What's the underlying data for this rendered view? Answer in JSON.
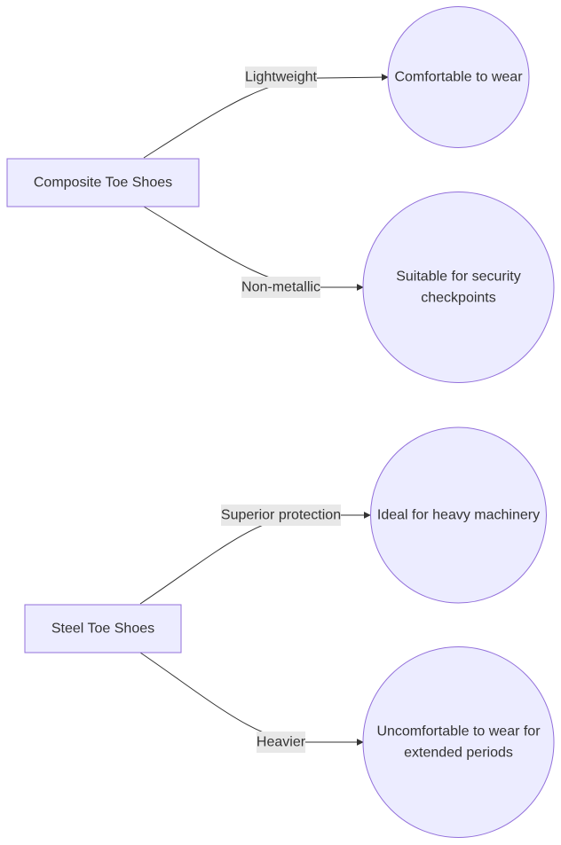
{
  "diagram": {
    "colors": {
      "node_fill": "#ECECFF",
      "node_stroke": "#9370DB",
      "edge_stroke": "#333333",
      "label_background": "#E8E8E8",
      "text": "#333333"
    },
    "nodes": {
      "composite": {
        "label": "Composite Toe Shoes",
        "shape": "rectangle"
      },
      "steel": {
        "label": "Steel Toe Shoes",
        "shape": "rectangle"
      },
      "comfortable": {
        "label": "Comfortable to wear",
        "shape": "circle"
      },
      "security": {
        "label_lines": [
          "Suitable for security",
          "checkpoints"
        ],
        "shape": "circle"
      },
      "heavy_machinery": {
        "label": "Ideal for heavy machinery",
        "shape": "circle"
      },
      "uncomfortable": {
        "label_lines": [
          "Uncomfortable to wear for",
          "extended periods"
        ],
        "shape": "circle"
      }
    },
    "edges": {
      "lightweight": {
        "from": "composite",
        "to": "comfortable",
        "label": "Lightweight"
      },
      "non_metallic": {
        "from": "composite",
        "to": "security",
        "label": "Non-metallic"
      },
      "superior_protection": {
        "from": "steel",
        "to": "heavy_machinery",
        "label": "Superior protection"
      },
      "heavier": {
        "from": "steel",
        "to": "uncomfortable",
        "label": "Heavier"
      }
    }
  }
}
